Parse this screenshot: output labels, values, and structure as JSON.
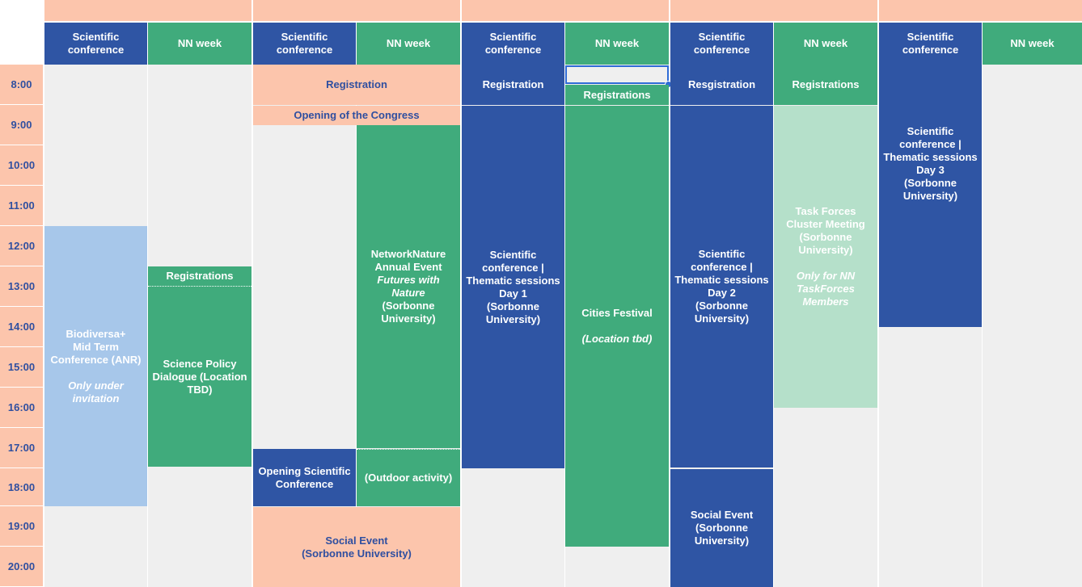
{
  "header_labels": {
    "sci": "Scientific\nconference",
    "nn": "NN week"
  },
  "times": [
    "8:00",
    "9:00",
    "10:00",
    "11:00",
    "12:00",
    "13:00",
    "14:00",
    "15:00",
    "16:00",
    "17:00",
    "18:00",
    "19:00",
    "20:00"
  ],
  "events": {
    "d1_biodiversa_title": "Biodiversa+\nMid Term\nConference (ANR)",
    "d1_biodiversa_note": "Only under\ninvitation",
    "d1_registrations": "Registrations",
    "d1_science_policy": "Science Policy\nDialogue (Location\nTBD)",
    "d2_registration": "Registration",
    "d2_opening_congress": "Opening of the Congress",
    "d2_nn_title": "NetworkNature\nAnnual Event",
    "d2_nn_italic": "Futures with\nNature",
    "d2_nn_location": "(Sorbonne\nUniversity)",
    "d2_opening_sci": "Opening Scientific\nConference",
    "d2_outdoor": "(Outdoor activity)",
    "d2_social": "Social Event\n(Sorbonne University)",
    "d3_registration": "Registration",
    "d3_thematic": "Scientific\nconference |\nThematic sessions\nDay 1\n(Sorbonne\nUniversity)",
    "d3_registrations_nn": "Registrations",
    "d3_cities_title": "Cities Festival",
    "d3_cities_location": "(Location tbd)",
    "d4_registration": "Resgistration",
    "d4_thematic": "Scientific\nconference |\nThematic sessions\nDay 2\n(Sorbonne\nUniversity)",
    "d4_social": "Social Event\n(Sorbonne\nUniversity)",
    "d4_registrations_nn": "Registrations",
    "d4_taskforce": "Task Forces\nCluster Meeting\n(Sorbonne\nUniversity)",
    "d4_taskforce_note": "Only for NN\nTaskForces\nMembers",
    "d5_thematic": "Scientific\nconference |\nThematic sessions\nDay 3\n(Sorbonne\nUniversity)"
  },
  "colors": {
    "peach": "#fcc5ac",
    "blue": "#2f55a4",
    "green": "#40ab7c",
    "light_blue": "#a7c7ea",
    "light_green": "#b5e0ca",
    "grey": "#efefef",
    "selection": "#2e6bd6"
  }
}
